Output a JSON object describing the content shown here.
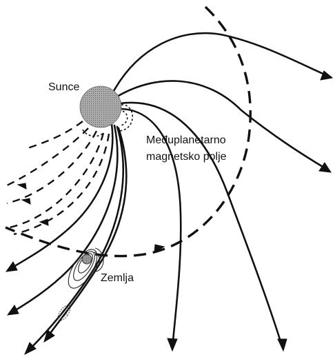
{
  "labels": {
    "sun": "Sunce",
    "earth": "Zemlja",
    "imf_line1": "Međuplanetarno",
    "imf_line2": "magnetsko polje"
  },
  "colors": {
    "line": "#111111",
    "sun_fill": "#9a9a9a",
    "earth_fill": "#8c8c8c"
  }
}
